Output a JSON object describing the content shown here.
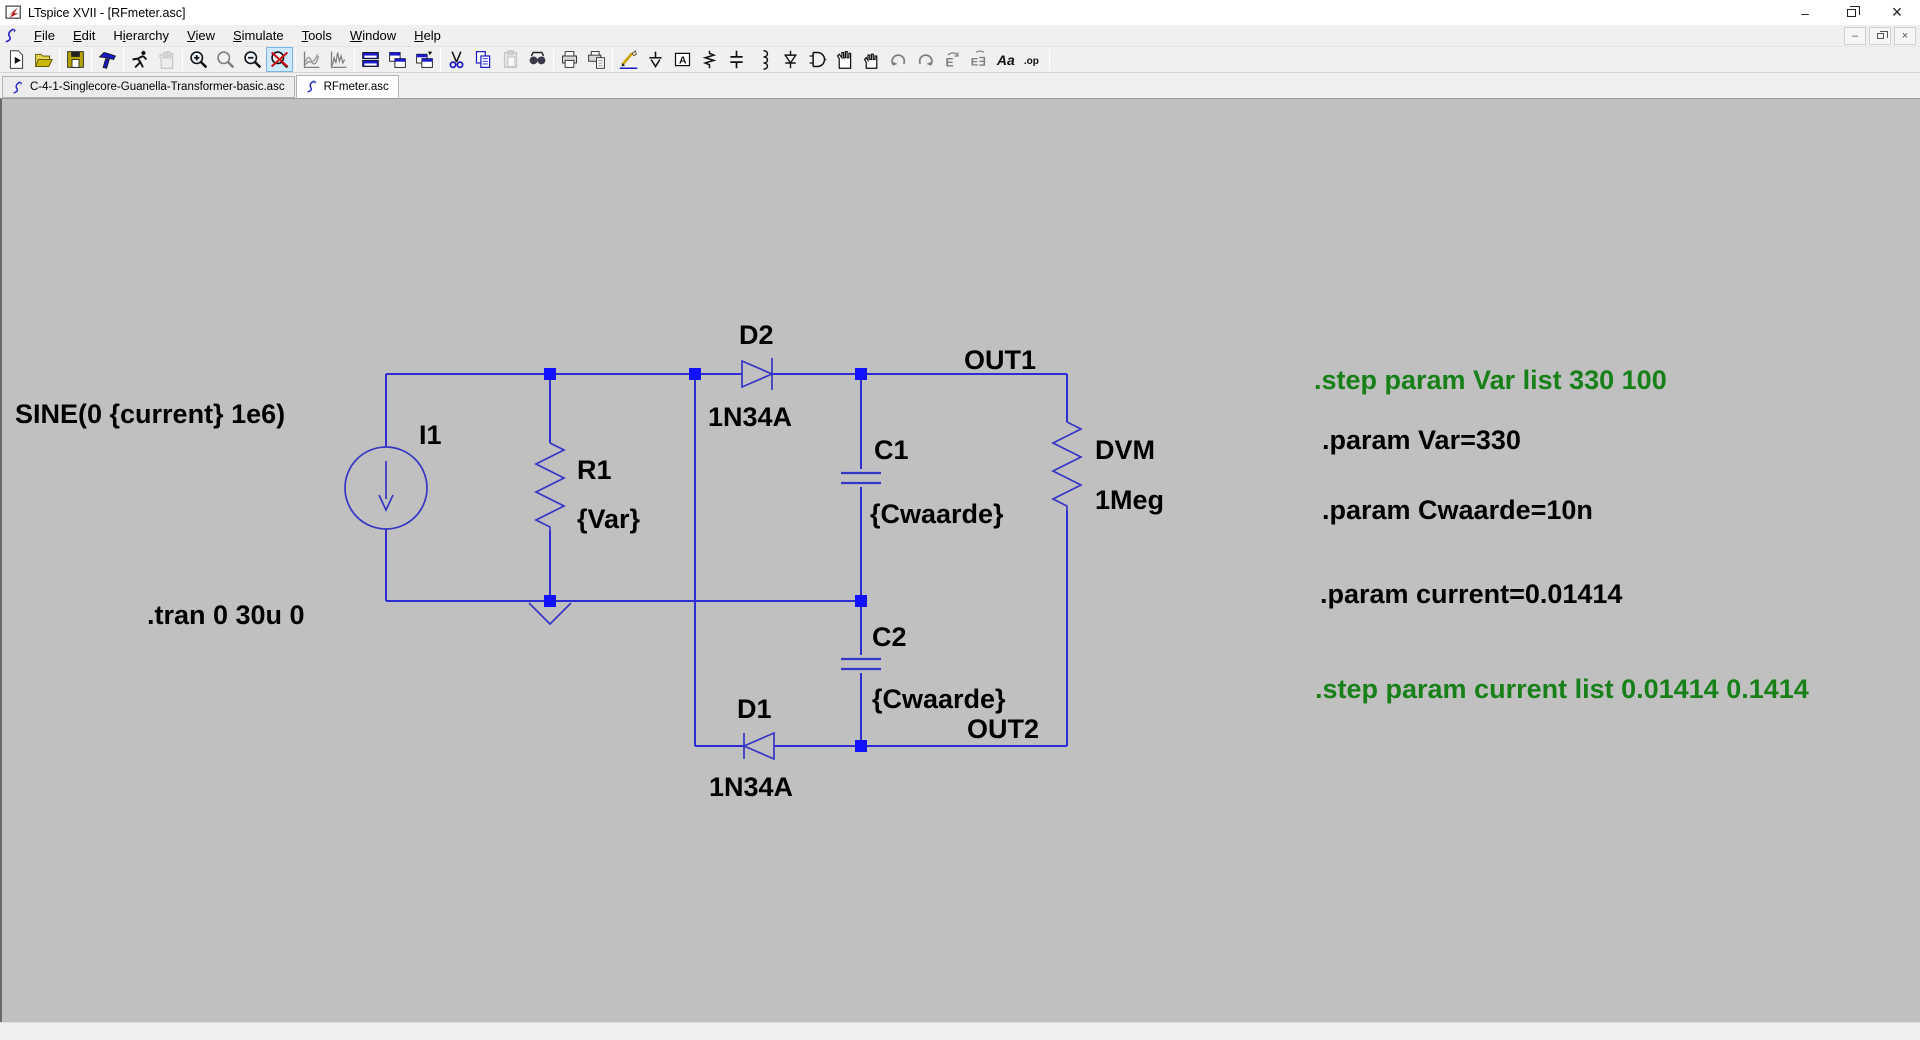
{
  "window": {
    "title": "LTspice XVII - [RFmeter.asc]",
    "controls": {
      "minimize": "–",
      "close": "×"
    },
    "mdi_controls": {
      "minimize": "–",
      "close": "×"
    }
  },
  "menubar": {
    "items": [
      {
        "pre": "",
        "u": "F",
        "post": "ile"
      },
      {
        "pre": "",
        "u": "E",
        "post": "dit"
      },
      {
        "pre": "H",
        "u": "i",
        "post": "erarchy"
      },
      {
        "pre": "",
        "u": "V",
        "post": "iew"
      },
      {
        "pre": "",
        "u": "S",
        "post": "imulate"
      },
      {
        "pre": "",
        "u": "T",
        "post": "ools"
      },
      {
        "pre": "",
        "u": "W",
        "post": "indow"
      },
      {
        "pre": "",
        "u": "H",
        "post": "elp"
      }
    ]
  },
  "toolbar": {
    "buttons": [
      {
        "name": "new-schematic",
        "icon": "i-new"
      },
      {
        "name": "open-file",
        "icon": "i-open",
        "sep": true
      },
      {
        "name": "save",
        "icon": "i-save",
        "sep": true
      },
      {
        "name": "control-panel",
        "icon": "i-hammer",
        "sep": true
      },
      {
        "name": "run",
        "icon": "i-run"
      },
      {
        "name": "halt",
        "icon": "i-halt",
        "state": "disabled",
        "sep": true
      },
      {
        "name": "zoom-in",
        "icon": "i-zoomin"
      },
      {
        "name": "zoom-area",
        "icon": "i-zoomarea",
        "state": "disabled"
      },
      {
        "name": "zoom-out",
        "icon": "i-zoomout"
      },
      {
        "name": "zoom-full-extents",
        "icon": "i-zoomfit",
        "state": "active",
        "sep": true
      },
      {
        "name": "autorange-y-axis",
        "icon": "i-autorange",
        "state": "disabled"
      },
      {
        "name": "plot-settings",
        "icon": "i-fft",
        "state": "disabled",
        "sep": true
      },
      {
        "name": "tile-horizontally",
        "icon": "i-tileh"
      },
      {
        "name": "tile-vertically",
        "icon": "i-tilev"
      },
      {
        "name": "cascade-windows",
        "icon": "i-cascade",
        "sep": true
      },
      {
        "name": "cut",
        "icon": "i-cut"
      },
      {
        "name": "copy",
        "icon": "i-copy"
      },
      {
        "name": "paste",
        "icon": "i-paste",
        "state": "disabled"
      },
      {
        "name": "find",
        "icon": "i-find",
        "sep": true
      },
      {
        "name": "print",
        "icon": "i-print"
      },
      {
        "name": "print-preview",
        "icon": "i-preview",
        "sep": true
      },
      {
        "name": "draw-wire",
        "icon": "i-wire"
      },
      {
        "name": "place-ground",
        "icon": "i-ground"
      },
      {
        "name": "place-label",
        "icon": "i-label"
      },
      {
        "name": "place-resistor",
        "icon": "i-res"
      },
      {
        "name": "place-capacitor",
        "icon": "i-cap"
      },
      {
        "name": "place-inductor",
        "icon": "i-ind"
      },
      {
        "name": "place-diode",
        "icon": "i-diode"
      },
      {
        "name": "place-component",
        "icon": "i-comp"
      },
      {
        "name": "move",
        "icon": "i-move"
      },
      {
        "name": "drag",
        "icon": "i-drag"
      },
      {
        "name": "undo",
        "icon": "i-undo",
        "state": "disabled"
      },
      {
        "name": "redo",
        "icon": "i-redo",
        "state": "disabled"
      },
      {
        "name": "rotate",
        "icon": "i-rotate",
        "state": "disabled"
      },
      {
        "name": "mirror",
        "icon": "i-mirror",
        "state": "disabled"
      },
      {
        "name": "text",
        "icon": "i-text"
      },
      {
        "name": "spice-directive",
        "icon": "i-op",
        "sep": true
      }
    ]
  },
  "tabs": [
    {
      "label": "C-4-1-Singlecore-Guanella-Transformer-basic.asc",
      "active": false
    },
    {
      "label": "RFmeter.asc",
      "active": true
    }
  ],
  "schematic": {
    "source_text": "SINE(0 {current} 1e6)",
    "tran_directive": ".tran 0 30u 0",
    "components": {
      "I1": {
        "name": "I1"
      },
      "R1": {
        "name": "R1",
        "value": "{Var}"
      },
      "D2": {
        "name": "D2",
        "value": "1N34A"
      },
      "D1": {
        "name": "D1",
        "value": "1N34A"
      },
      "C1": {
        "name": "C1",
        "value": "{Cwaarde}"
      },
      "C2": {
        "name": "C2",
        "value": "{Cwaarde}"
      },
      "DVM": {
        "name": "DVM",
        "value": "1Meg"
      }
    },
    "nets": {
      "out1": "OUT1",
      "out2": "OUT2"
    },
    "directives": [
      {
        "text": ".step param Var list 330 100",
        "color": "#188018"
      },
      {
        "text": ".param Var=330",
        "color": "#000000"
      },
      {
        "text": ".param Cwaarde=10n",
        "color": "#000000"
      },
      {
        "text": ".param current=0.01414",
        "color": "#000000"
      },
      {
        "text": ".step param current list 0.01414 0.1414",
        "color": "#188018"
      }
    ],
    "colors": {
      "canvas": "#c0c0c0",
      "wire": "#2d2dd2",
      "node": "#1111ff",
      "label": "#000000",
      "comment": "#188018"
    }
  }
}
